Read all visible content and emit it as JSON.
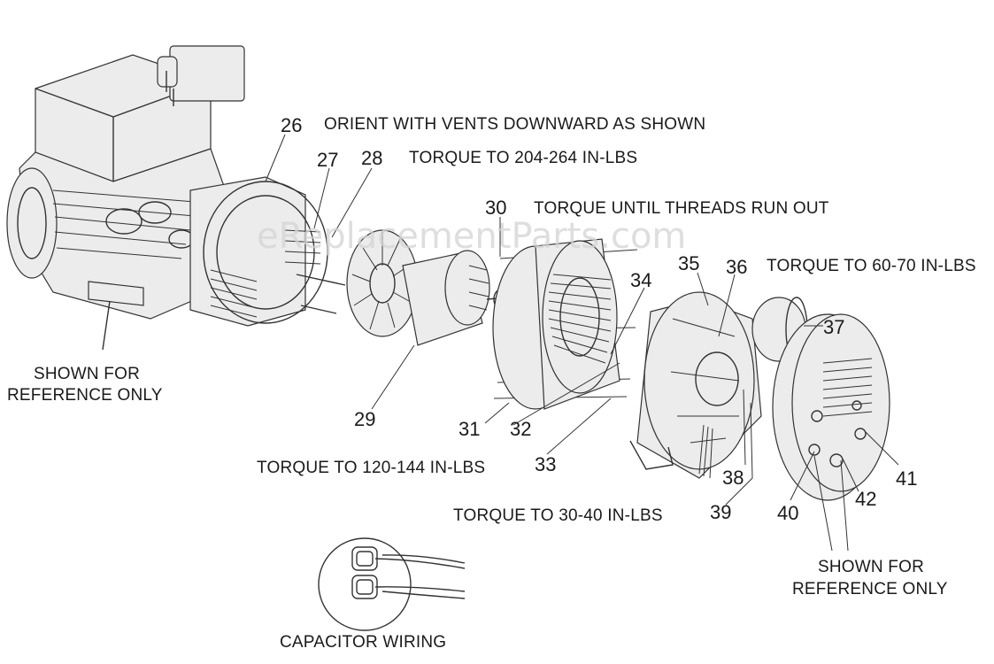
{
  "watermark": "eReplacementParts.com",
  "notes": {
    "orient": "ORIENT WITH VENTS DOWNWARD AS SHOWN",
    "torque_204": "TORQUE TO 204-264 IN-LBS",
    "torque_threads": "TORQUE UNTIL THREADS RUN OUT",
    "torque_60": "TORQUE TO 60-70 IN-LBS",
    "torque_120": "TORQUE TO 120-144 IN-LBS",
    "torque_30": "TORQUE TO 30-40 IN-LBS",
    "shown_ref_left_1": "SHOWN FOR",
    "shown_ref_left_2": "REFERENCE ONLY",
    "shown_ref_right_1": "SHOWN FOR",
    "shown_ref_right_2": "REFERENCE ONLY",
    "capacitor_wiring": "CAPACITOR WIRING"
  },
  "parts": {
    "p26": "26",
    "p27": "27",
    "p28": "28",
    "p29": "29",
    "p30": "30",
    "p31": "31",
    "p32": "32",
    "p33": "33",
    "p34": "34",
    "p35": "35",
    "p36": "36",
    "p37": "37",
    "p38": "38",
    "p39": "39",
    "p40": "40",
    "p41": "41",
    "p42": "42"
  }
}
